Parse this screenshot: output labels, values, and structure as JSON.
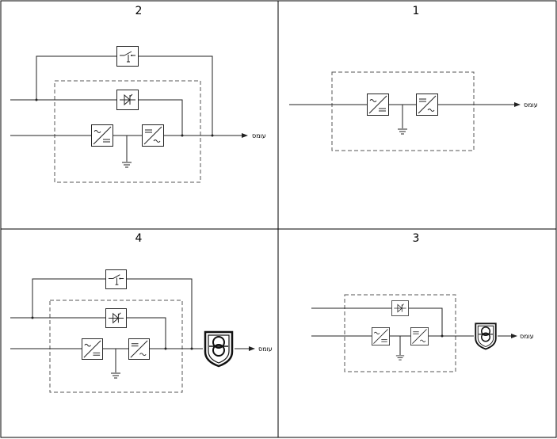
{
  "panels": [
    {
      "number": "2",
      "load_label": "עומס"
    },
    {
      "number": "1",
      "load_label": "עומס"
    },
    {
      "number": "4",
      "load_label": "עומס"
    },
    {
      "number": "3",
      "load_label": "עומס"
    }
  ],
  "icons": {
    "rectifier": "rectifier-icon",
    "inverter": "inverter-icon",
    "static_bypass": "static-switch-icon",
    "manual_bypass": "manual-switch-icon",
    "ground": "ground-icon",
    "transformer": "transformer-icon"
  }
}
